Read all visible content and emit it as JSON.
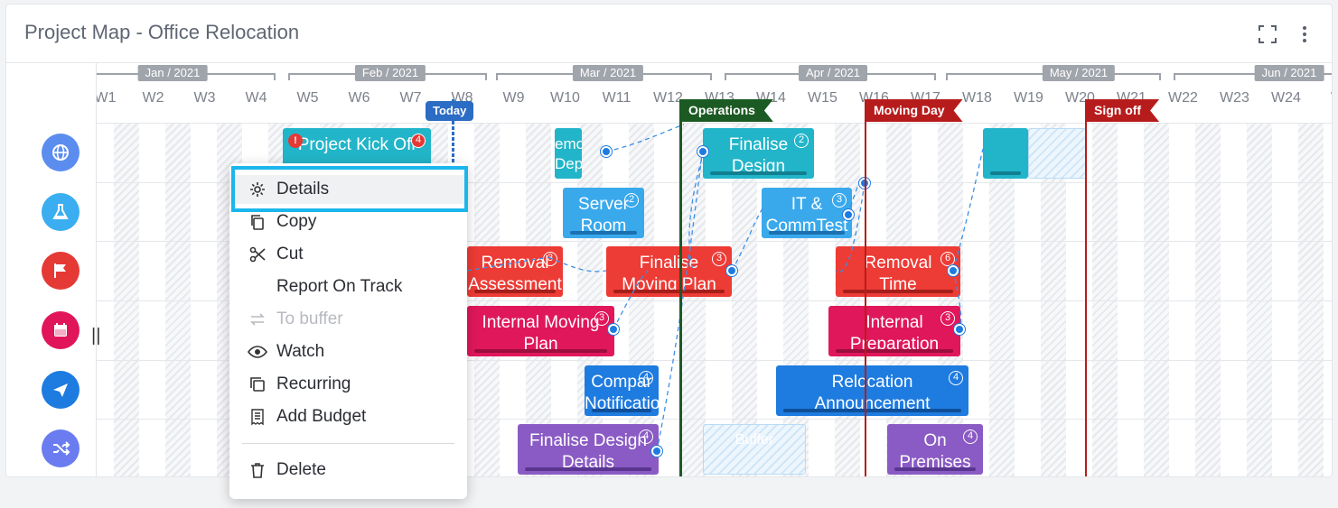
{
  "window": {
    "title": "Project Map - Office Relocation"
  },
  "header_icons": [
    "fullscreen-icon",
    "more-vert-icon"
  ],
  "months": [
    "Jan / 2021",
    "Feb / 2021",
    "Mar / 2021",
    "Apr / 2021",
    "May / 2021",
    "Jun / 2021"
  ],
  "weeks": [
    "W1",
    "W2",
    "W3",
    "W4",
    "W5",
    "W6",
    "W7",
    "W8",
    "W9",
    "W10",
    "W11",
    "W12",
    "W13",
    "W14",
    "W15",
    "W16",
    "W17",
    "W18",
    "W19",
    "W20",
    "W21",
    "W22",
    "W23",
    "W24",
    "W"
  ],
  "rows": [
    {
      "icon": "globe-icon",
      "color": "#5b8def"
    },
    {
      "icon": "flask-icon",
      "color": "#3aaef0"
    },
    {
      "icon": "flag-icon",
      "color": "#e53935"
    },
    {
      "icon": "calendar-icon",
      "color": "#e0155a"
    },
    {
      "icon": "send-icon",
      "color": "#1e7be0"
    },
    {
      "icon": "shuffle-icon",
      "color": "#6a7cf0"
    }
  ],
  "markers": {
    "today": "Today",
    "operations": "Operations",
    "moving_day": "Moving Day",
    "sign_off": "Sign off"
  },
  "tasks": {
    "kickoff": {
      "label": "Project Kick Off",
      "count": "4",
      "alert": "!"
    },
    "remove_dep": {
      "label": "emov\nDepe"
    },
    "finalise_design": {
      "label": "Finalise\nDesign",
      "count": "2"
    },
    "server_room": {
      "label": "Server\nRoom",
      "count": "2"
    },
    "it_comms": {
      "label": "IT &\nCommTest",
      "count": "3"
    },
    "removal_assessment": {
      "label": "Removal\nAssessment",
      "count": "3"
    },
    "finalise_moving": {
      "label": "Finalise\nMoving Plan",
      "count": "3"
    },
    "removal_time": {
      "label": "Removal\nTime",
      "count": "6"
    },
    "internal_moving": {
      "label": "Internal Moving\nPlan",
      "count": "3"
    },
    "internal_prep": {
      "label": "Internal\nPreparation",
      "count": "3"
    },
    "company_notif": {
      "label": "Compar\nNotifications",
      "count": "4"
    },
    "relocation": {
      "label": "Relocation\nAnnouncement",
      "count": "4"
    },
    "finalise_details": {
      "label": "Finalise Design\nDetails",
      "count": "4"
    },
    "buffer": {
      "label": "Buffer"
    },
    "on_premises": {
      "label": "On\nPremises",
      "count": "4"
    }
  },
  "menu": {
    "items": [
      {
        "label": "Details",
        "icon": "gear-icon",
        "disabled": false
      },
      {
        "label": "Copy",
        "icon": "copy-icon",
        "disabled": false
      },
      {
        "label": "Cut",
        "icon": "scissors-icon",
        "disabled": false
      },
      {
        "label": "Report On Track",
        "icon": "",
        "disabled": false
      },
      {
        "label": "To buffer",
        "icon": "swap-icon",
        "disabled": true
      },
      {
        "label": "Watch",
        "icon": "eye-icon",
        "disabled": false
      },
      {
        "label": "Recurring",
        "icon": "recurring-icon",
        "disabled": false
      },
      {
        "label": "Add Budget",
        "icon": "budget-icon",
        "disabled": false
      },
      {
        "label": "Delete",
        "icon": "trash-icon",
        "disabled": false
      }
    ]
  },
  "colors": {
    "teal": "#22b5c9",
    "sky": "#3aa9ec",
    "red": "#ed3b35",
    "crimson": "#e0175b",
    "blue": "#1e7be0",
    "purple": "#8a5bc4",
    "operations": "#1c5a24",
    "moving_day": "#b71c1c",
    "highlight": "#1bb6ec"
  }
}
